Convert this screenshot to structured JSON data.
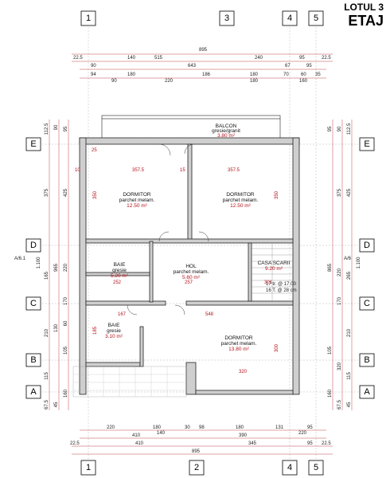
{
  "header": {
    "lot": "LOTUL 3",
    "floor": "ETAJ"
  },
  "axes": {
    "columns": [
      "1",
      "3",
      "4",
      "5"
    ],
    "columns_bottom": [
      "1",
      "2",
      "4",
      "5"
    ],
    "rows": [
      "E",
      "D",
      "C",
      "B",
      "A"
    ],
    "side_labels": [
      "A/6.1",
      "A/6"
    ]
  },
  "dims_top": {
    "row1": [
      "22.5",
      "140",
      "515",
      "240",
      "95",
      "22.5"
    ],
    "total": "895",
    "row2": [
      "90",
      "643",
      "67",
      "95"
    ],
    "row3": [
      "94",
      "180",
      "186",
      "180",
      "70",
      "60",
      "35"
    ],
    "row3b": [
      "90",
      "220",
      "180",
      "160"
    ]
  },
  "dims_bottom": {
    "row1": [
      "220",
      "180",
      "30",
      "98",
      "180",
      "131",
      "95"
    ],
    "row2": [
      "410",
      "140",
      "390",
      "220"
    ],
    "row3": [
      "22.5",
      "410",
      "345",
      "95",
      "22.5"
    ],
    "total": "895"
  },
  "dims_left": [
    "112.5",
    "90",
    "95",
    "375",
    "425",
    "1.100",
    "965",
    "220",
    "165",
    "170",
    "210",
    "130",
    "60",
    "105",
    "115",
    "160",
    "67.5",
    "45"
  ],
  "dims_right": [
    "90",
    "112.5",
    "95",
    "375",
    "425",
    "1.100",
    "865",
    "220",
    "265",
    "170",
    "210",
    "105",
    "320",
    "115",
    "160",
    "67.5",
    "45"
  ],
  "rooms": [
    {
      "name": "BALCON",
      "finish": "gresie/granit",
      "area": "3.80 m²"
    },
    {
      "name": "DORMITOR",
      "finish": "parchet melam.",
      "area": "12.50 m²"
    },
    {
      "name": "DORMITOR",
      "finish": "parchet melam.",
      "area": "12.50 m²"
    },
    {
      "name": "BAIE",
      "finish": "gresie",
      "area": "5.20 m²"
    },
    {
      "name": "HOL",
      "finish": "parchet melam.",
      "area": "5.60 m²"
    },
    {
      "name": "CASA SCARII",
      "finish": "",
      "area": "9.20 m²"
    },
    {
      "name": "BAIE",
      "finish": "gresie",
      "area": "3.10 m²"
    },
    {
      "name": "DORMITOR",
      "finish": "parchet melam.",
      "area": "13.80 m²"
    }
  ],
  "inner_dims": [
    "357.5",
    "357.5",
    "350",
    "350",
    "252",
    "257",
    "301",
    "167",
    "548",
    "185",
    "300",
    "320",
    "25",
    "15",
    "10"
  ],
  "stair_note": [
    "17 tr. @ 17.00",
    "16 T. @ 28 cm"
  ]
}
